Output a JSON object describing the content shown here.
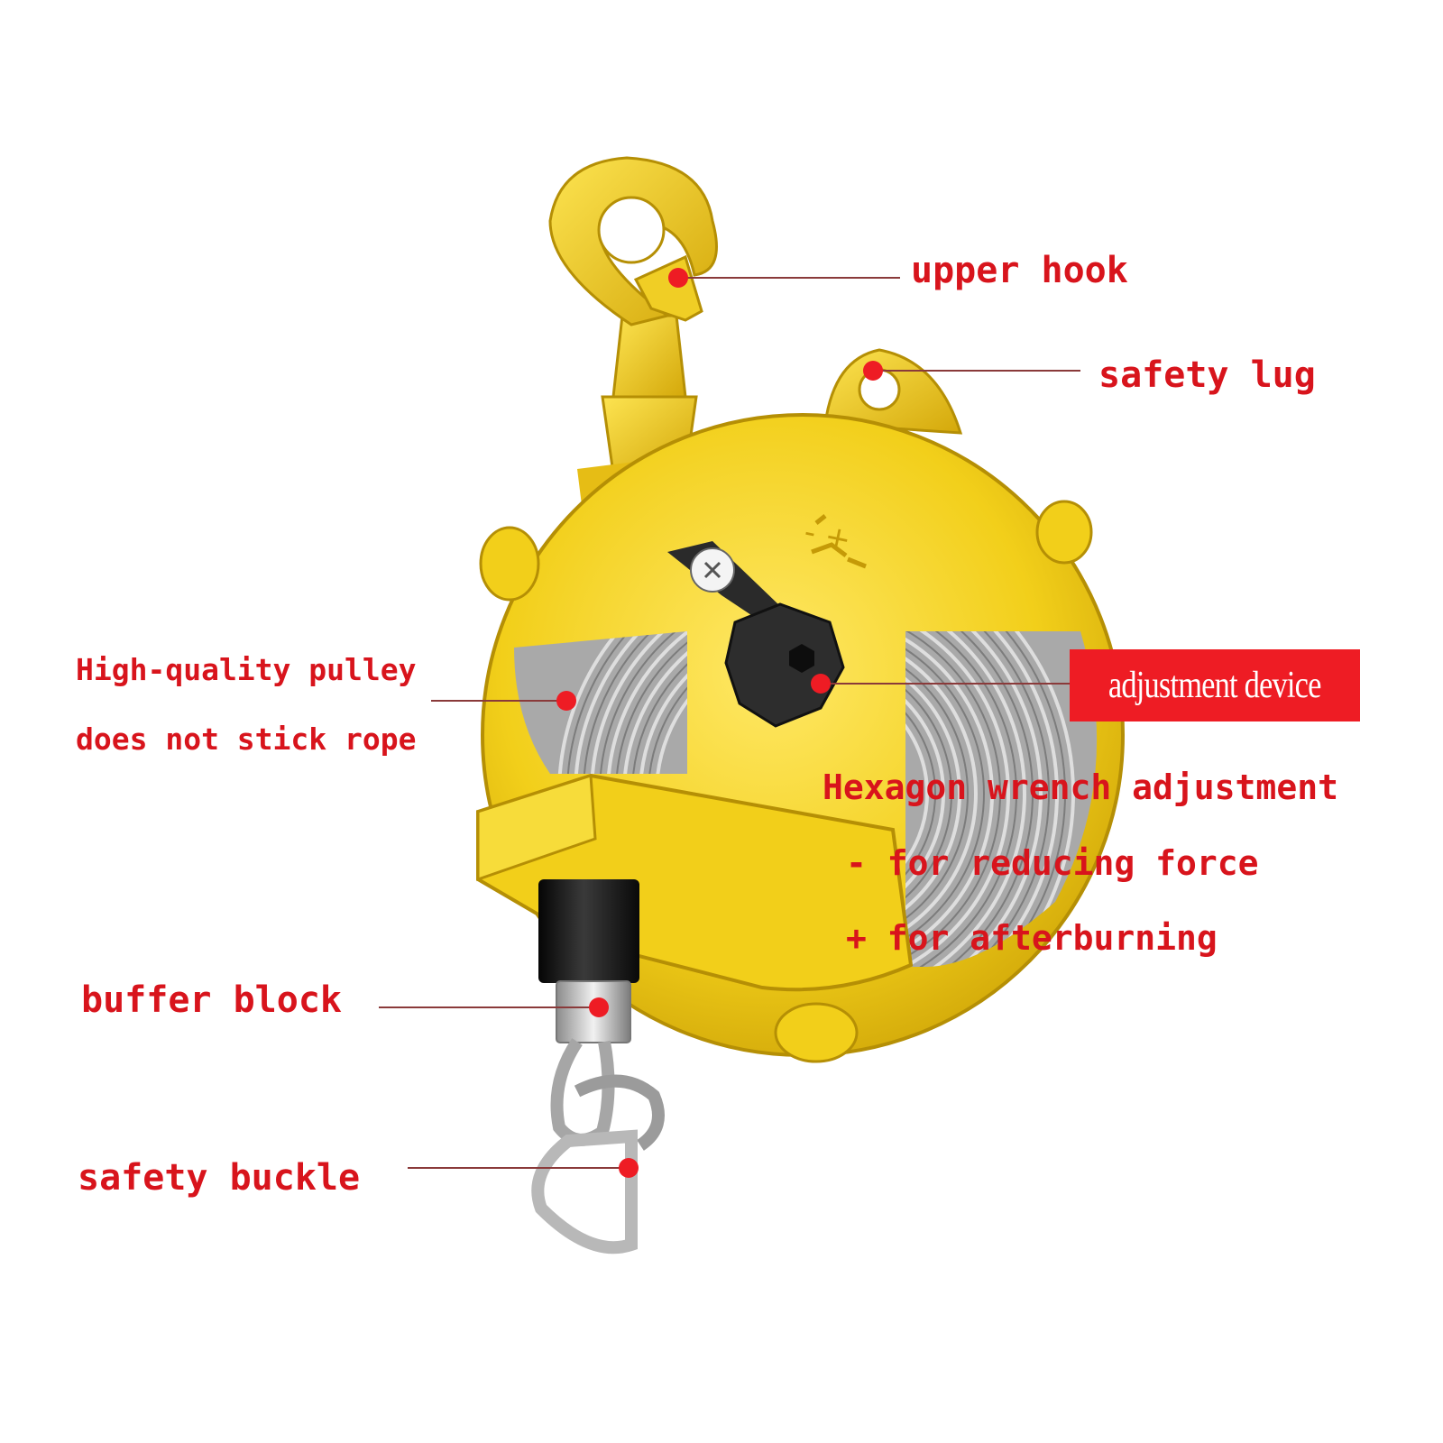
{
  "labels": {
    "upper_hook": "upper hook",
    "safety_lug": "safety lug",
    "pulley_line1": "High-quality pulley",
    "pulley_line2": "does not stick rope",
    "adjustment_device": "adjustment device",
    "hexagon_line1": "Hexagon wrench adjustment",
    "hexagon_line2": "- for reducing force",
    "hexagon_line3": "+ for afterburning",
    "buffer_block": "buffer block",
    "safety_buckle": "safety buckle"
  },
  "dial_marks": "-  +",
  "colors": {
    "body_yellow": "#f2cf1a",
    "label_red": "#d8141c",
    "callout_box": "#ee1c24",
    "leader_line": "#8a3a3a",
    "rope_gray": "#a9a9a9",
    "rubber_black": "#1c1c1c"
  }
}
